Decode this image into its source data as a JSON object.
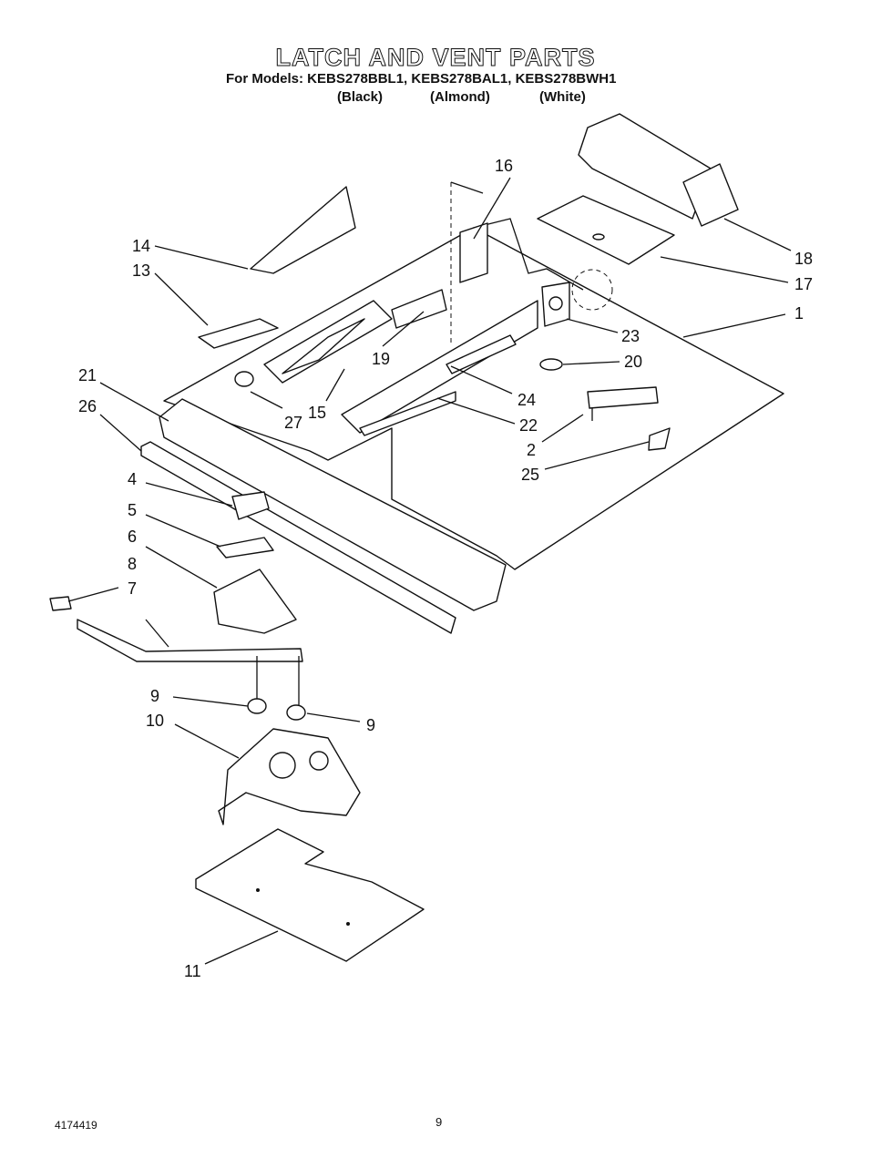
{
  "header": {
    "title": "LATCH AND VENT PARTS",
    "models": "For Models: KEBS278BBL1, KEBS278BAL1, KEBS278BWH1",
    "color_black": "(Black)",
    "color_almond": "(Almond)",
    "color_white": "(White)"
  },
  "callouts": [
    "16",
    "14",
    "13",
    "18",
    "17",
    "1",
    "23",
    "19",
    "20",
    "21",
    "26",
    "27",
    "15",
    "24",
    "22",
    "2",
    "25",
    "4",
    "5",
    "6",
    "8",
    "7",
    "9",
    "10",
    "9",
    "11"
  ],
  "footer": {
    "doc_number": "4174419",
    "page": "9"
  }
}
